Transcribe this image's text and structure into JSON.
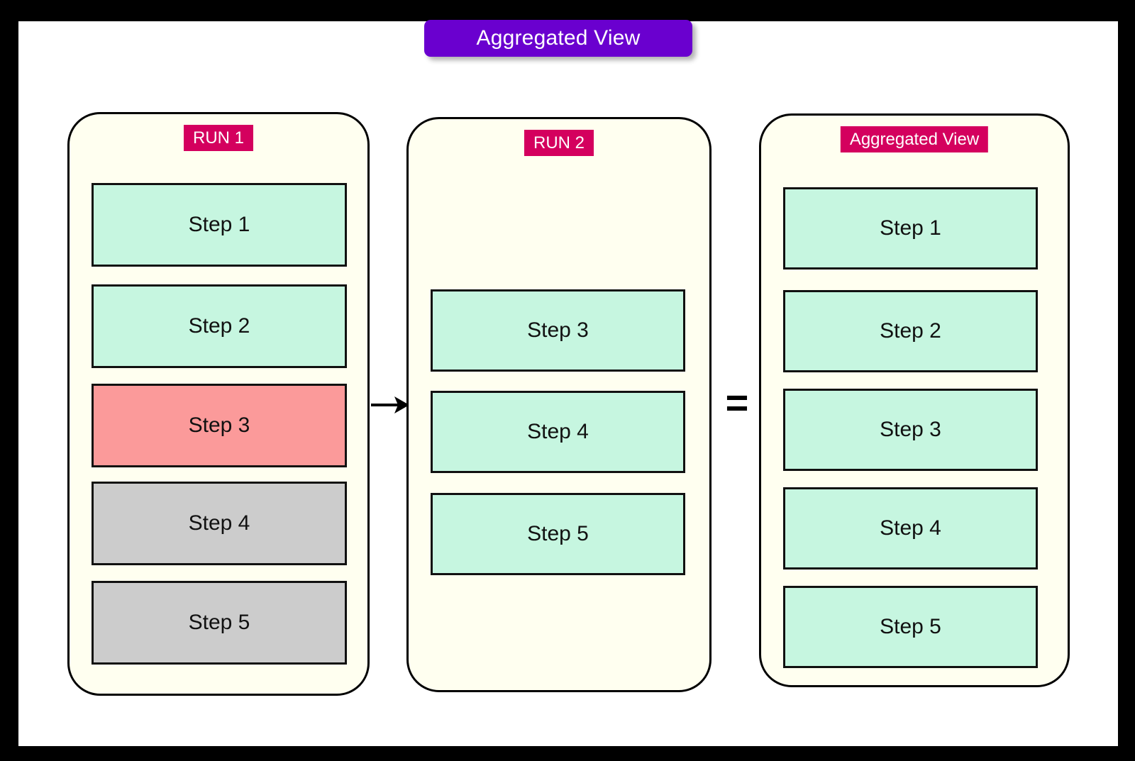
{
  "title": {
    "text": "Aggregated View",
    "badge_color": "#6a00cf",
    "text_color": "#ffffff"
  },
  "colors": {
    "frame": "#000000",
    "canvas": "#ffffff",
    "panel_fill": "#fffff0",
    "panel_border": "#000000",
    "label_fill": "#d4005e",
    "label_text": "#ffffff",
    "step_done": "#c6f6e0",
    "step_failed": "#fb9a9a",
    "step_skipped": "#cccccc",
    "step_border": "#111111"
  },
  "connectors": {
    "arrow": {
      "name": "arrow-right-icon",
      "glyph": "→"
    },
    "equals": {
      "name": "equals-sign",
      "glyph": "="
    }
  },
  "panels": [
    {
      "id": "run1",
      "label": "RUN 1",
      "steps": [
        {
          "label": "Step 1",
          "state": "done",
          "color": "#c6f6e0"
        },
        {
          "label": "Step 2",
          "state": "done",
          "color": "#c6f6e0"
        },
        {
          "label": "Step 3",
          "state": "failed",
          "color": "#fb9a9a"
        },
        {
          "label": "Step 4",
          "state": "skipped",
          "color": "#cccccc"
        },
        {
          "label": "Step 5",
          "state": "skipped",
          "color": "#cccccc"
        }
      ]
    },
    {
      "id": "run2",
      "label": "RUN 2",
      "steps": [
        {
          "label": "Step 3",
          "state": "done",
          "color": "#c6f6e0"
        },
        {
          "label": "Step 4",
          "state": "done",
          "color": "#c6f6e0"
        },
        {
          "label": "Step 5",
          "state": "done",
          "color": "#c6f6e0"
        }
      ]
    },
    {
      "id": "agg",
      "label": "Aggregated View",
      "steps": [
        {
          "label": "Step 1",
          "state": "done",
          "color": "#c6f6e0"
        },
        {
          "label": "Step 2",
          "state": "done",
          "color": "#c6f6e0"
        },
        {
          "label": "Step 3",
          "state": "done",
          "color": "#c6f6e0"
        },
        {
          "label": "Step 4",
          "state": "done",
          "color": "#c6f6e0"
        },
        {
          "label": "Step 5",
          "state": "done",
          "color": "#c6f6e0"
        }
      ]
    }
  ]
}
